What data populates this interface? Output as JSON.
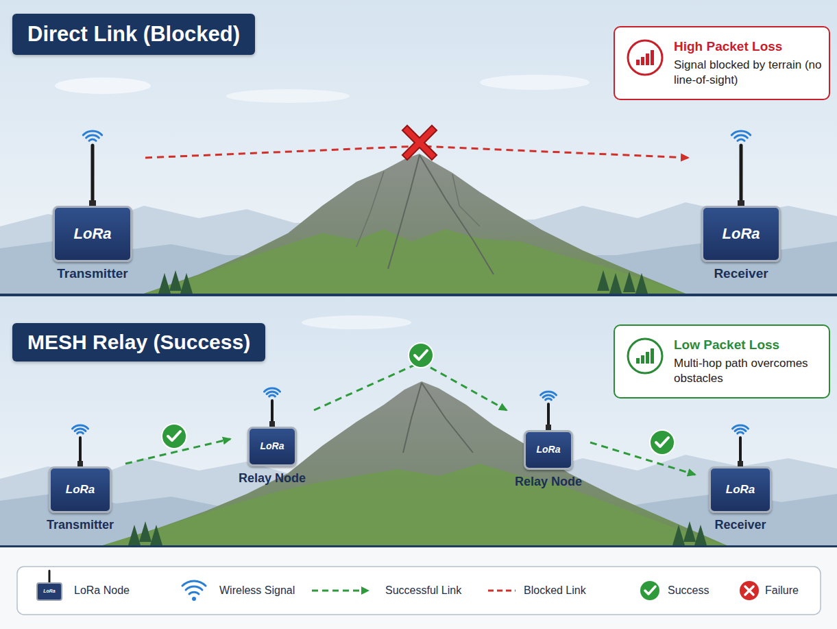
{
  "diagram": {
    "nodes": [
      {
        "text": [
          "Direct Link (Blocked)"
        ]
      },
      {
        "text": [
          "High Packet Loss",
          "Signal blocked by terrain (no line-of-sight)"
        ]
      },
      {
        "text": [
          "LoRa",
          "Transmitter"
        ]
      },
      {
        "text": [
          "LoRa",
          "Receiver"
        ]
      },
      {
        "text": [
          "MESH Relay (Success)"
        ]
      },
      {
        "text": [
          "Low Packet Loss",
          "Multi-hop path overcomes obstacles"
        ]
      },
      {
        "text": [
          "LoRa",
          "Transmitter"
        ]
      },
      {
        "text": [
          "LoRa",
          "Relay Node"
        ]
      },
      {
        "text": [
          "LoRa",
          "Relay Node"
        ]
      },
      {
        "text": [
          "LoRa",
          "Receiver"
        ]
      }
    ],
    "edges": [
      {
        "from": 2,
        "to": 3,
        "arrow": "to"
      },
      {
        "from": 6,
        "to": 7,
        "arrow": "to"
      },
      {
        "from": 7,
        "to": 8,
        "arrow": "to"
      },
      {
        "from": 8,
        "to": 9,
        "arrow": "to"
      }
    ],
    "labels": [
      "LoRa"
    ],
    "legend": [
      {
        "text": "LoRa Node"
      },
      {
        "text": "Wireless Signal"
      },
      {
        "text": "Successful Link"
      },
      {
        "text": "Blocked Link"
      },
      {
        "text": "Success"
      },
      {
        "text": "Failure"
      }
    ]
  }
}
